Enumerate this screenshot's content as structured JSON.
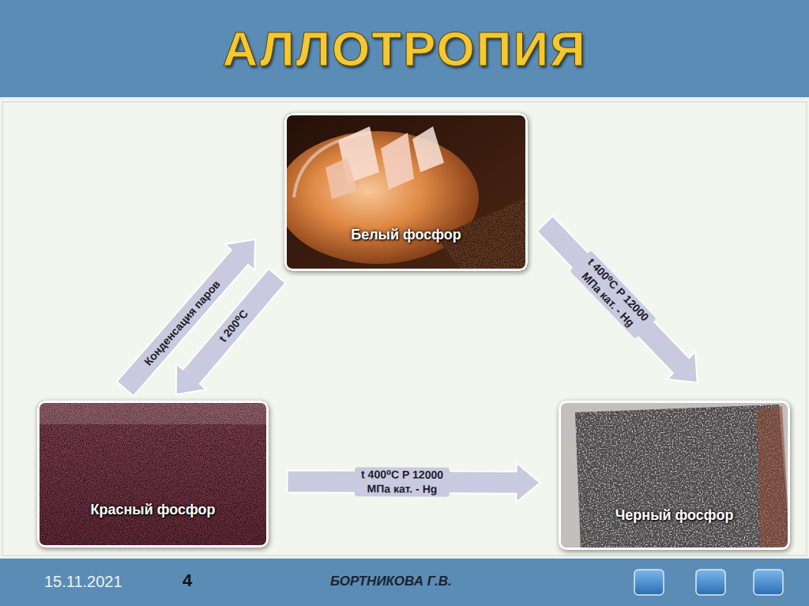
{
  "diagram": {
    "title": "АЛЛОТРОПИЯ",
    "nodes": [
      {
        "text": [
          "Белый фосфор"
        ]
      },
      {
        "text": [
          "Красный фосфор"
        ]
      },
      {
        "text": [
          "Черный фосфор"
        ]
      }
    ],
    "edges": [
      {
        "from": 1,
        "to": 0,
        "arrow": "to",
        "label": "Конденсация паров"
      },
      {
        "from": 0,
        "to": 1,
        "arrow": "to",
        "label": "t 200⁰C"
      },
      {
        "from": 0,
        "to": 2,
        "arrow": "to",
        "label": "t 400⁰C P 12000 МПа кат. - Hg"
      },
      {
        "from": 1,
        "to": 2,
        "arrow": "to",
        "label": "t 400⁰C P 12000 МПа кат. - Hg"
      }
    ],
    "labels": [
      "15.11.2021",
      "4",
      "БОРТНИКОВА Г.В."
    ]
  }
}
